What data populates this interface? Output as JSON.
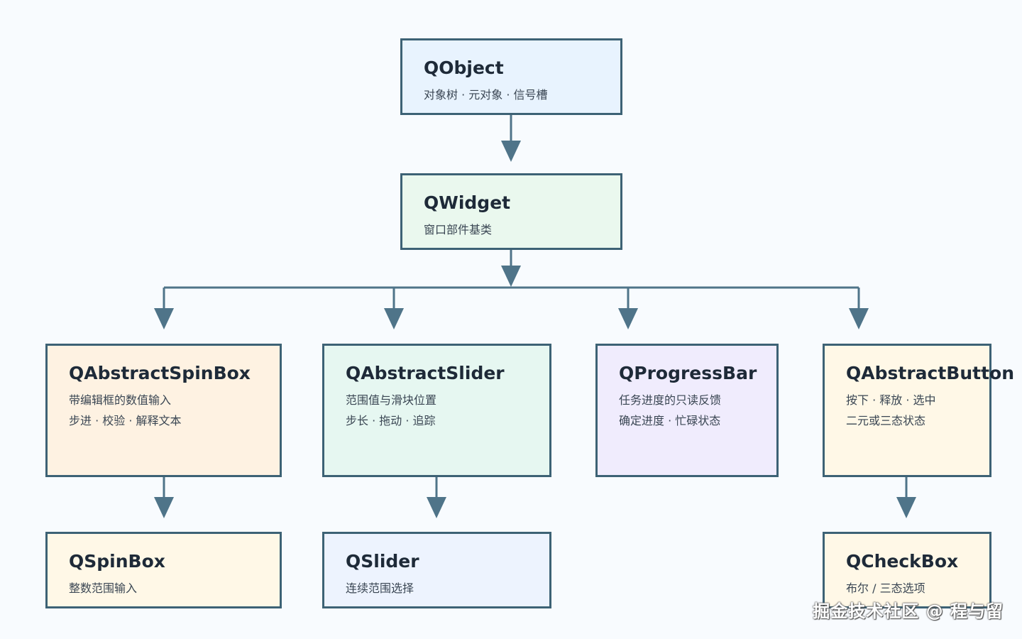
{
  "nodes": {
    "qobject": {
      "title": "QObject",
      "lines": [
        "对象树 · 元对象 · 信号槽"
      ]
    },
    "qwidget": {
      "title": "QWidget",
      "lines": [
        "窗口部件基类"
      ]
    },
    "qabstractspinbox": {
      "title": "QAbstractSpinBox",
      "lines": [
        "带编辑框的数值输入",
        "步进 · 校验 · 解释文本"
      ]
    },
    "qabstractslider": {
      "title": "QAbstractSlider",
      "lines": [
        "范围值与滑块位置",
        "步长 · 拖动 · 追踪"
      ]
    },
    "qprogressbar": {
      "title": "QProgressBar",
      "lines": [
        "任务进度的只读反馈",
        "确定进度 · 忙碌状态"
      ]
    },
    "qabstractbutton": {
      "title": "QAbstractButton",
      "lines": [
        "按下 · 释放 · 选中",
        "二元或三态状态"
      ]
    },
    "qspinbox": {
      "title": "QSpinBox",
      "lines": [
        "整数范围输入"
      ]
    },
    "qslider": {
      "title": "QSlider",
      "lines": [
        "连续范围选择"
      ]
    },
    "qcheckbox": {
      "title": "QCheckBox",
      "lines": [
        "布尔 / 三态选项"
      ]
    }
  },
  "edges": [
    [
      "qobject",
      "qwidget"
    ],
    [
      "qwidget",
      "qabstractspinbox"
    ],
    [
      "qwidget",
      "qabstractslider"
    ],
    [
      "qwidget",
      "qprogressbar"
    ],
    [
      "qwidget",
      "qabstractbutton"
    ],
    [
      "qabstractspinbox",
      "qspinbox"
    ],
    [
      "qabstractslider",
      "qslider"
    ],
    [
      "qabstractbutton",
      "qcheckbox"
    ]
  ],
  "colors": {
    "border": "#3d6275",
    "connector": "#4f7489",
    "background": "#f8fbfe"
  },
  "watermark": "掘金技术社区 @ 程与留"
}
